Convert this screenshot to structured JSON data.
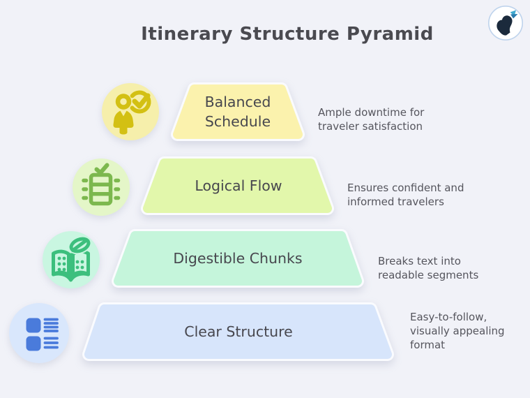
{
  "title": "Itinerary Structure Pyramid",
  "logo": {
    "name": "butterfly-head-logo"
  },
  "colors": {
    "background": "#f1f2f8",
    "title_text": "#4a4a50",
    "label_text": "#47474e",
    "desc_text": "#55555d",
    "outline": "#fafbfe"
  },
  "levels": [
    {
      "label": "Balanced Schedule",
      "description": "Ample downtime for traveler satisfaction",
      "fill": "#fbf2ad",
      "icon": "person-check-icon",
      "icon_color": "#d3c013",
      "icon_bg": "#f6efab"
    },
    {
      "label": "Logical Flow",
      "description": "Ensures confident and informed travelers",
      "fill": "#e2f7ab",
      "icon": "agenda-check-icon",
      "icon_color": "#7cb84e",
      "icon_bg": "#e4f6c8"
    },
    {
      "label": "Digestible Chunks",
      "description": "Breaks text into readable segments",
      "fill": "#c5f5db",
      "icon": "open-book-leaf-icon",
      "icon_color": "#3cbf7d",
      "icon_bg": "#c9f6e1"
    },
    {
      "label": "Clear Structure",
      "description": "Easy-to-follow, visually appealing format",
      "fill": "#d7e5fb",
      "icon": "list-layout-icon",
      "icon_color": "#4a7bdb",
      "icon_bg": "#d9e7fc"
    }
  ]
}
